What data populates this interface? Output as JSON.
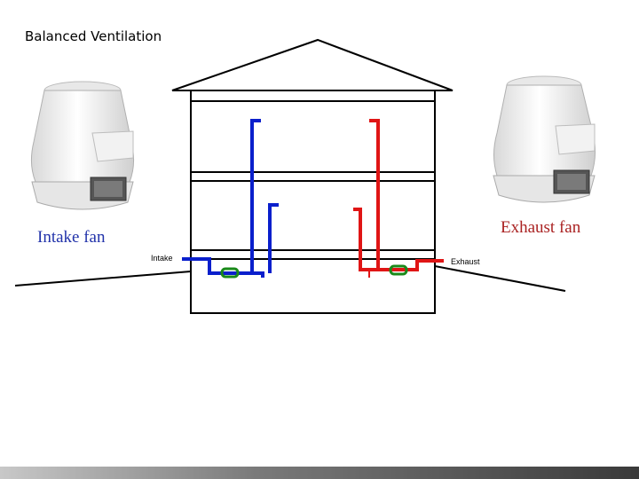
{
  "title": "Balanced Ventilation",
  "intake_fan_caption": "Intake fan",
  "exhaust_fan_caption": "Exhaust fan",
  "intake_pipe_label": "Intake",
  "exhaust_pipe_label": "Exhaust",
  "colors": {
    "intake_duct": "#0a1fcc",
    "exhaust_duct": "#e01515",
    "heat_exchanger": "#1a8a1a",
    "intake_caption": "#2233aa",
    "exhaust_caption": "#aa2222"
  }
}
